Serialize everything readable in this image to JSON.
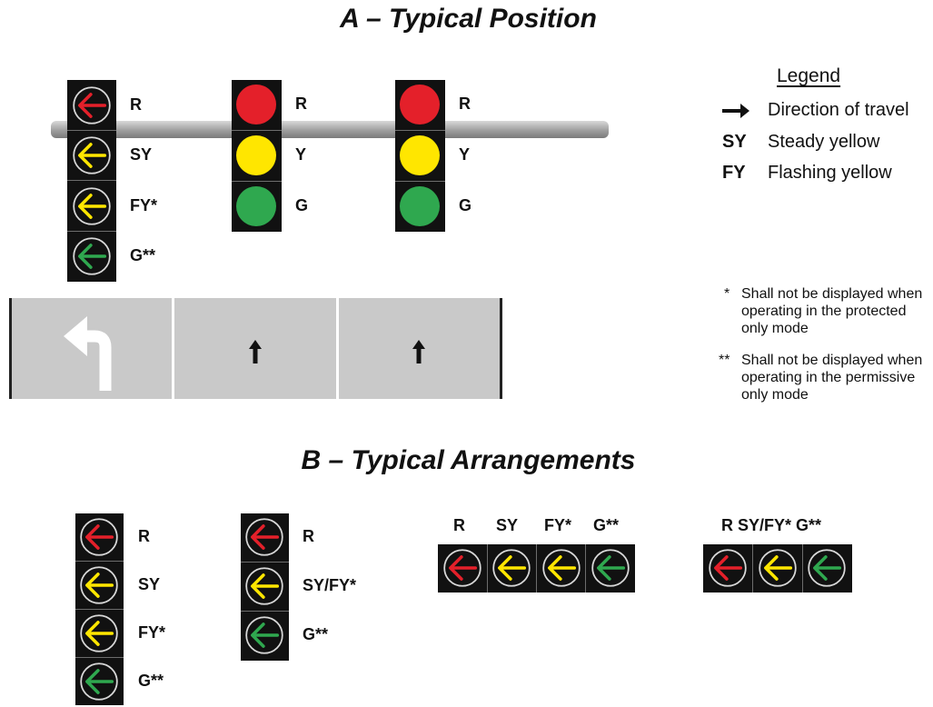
{
  "colors": {
    "red": "#e4202a",
    "yellow": "#ffe600",
    "green": "#2fa84f",
    "housing": "#111111",
    "road": "#c9c9c9",
    "lane_line": "#ffffff",
    "pole": "#a6a6a6"
  },
  "section_a": {
    "title": "A – Typical Position",
    "flya_head": {
      "signals": [
        {
          "label": "R",
          "color": "red",
          "icon": "left-arrow-icon"
        },
        {
          "label": "SY",
          "color": "yellow",
          "icon": "left-arrow-icon"
        },
        {
          "label": "FY*",
          "color": "yellow",
          "icon": "left-arrow-icon"
        },
        {
          "label": "G**",
          "color": "green",
          "icon": "left-arrow-icon"
        }
      ]
    },
    "through_heads": [
      {
        "signals": [
          {
            "label": "R",
            "color": "red"
          },
          {
            "label": "Y",
            "color": "yellow"
          },
          {
            "label": "G",
            "color": "green"
          }
        ]
      },
      {
        "signals": [
          {
            "label": "R",
            "color": "red"
          },
          {
            "label": "Y",
            "color": "yellow"
          },
          {
            "label": "G",
            "color": "green"
          }
        ]
      }
    ],
    "lanes": [
      {
        "icon": "left-turn-arrow-icon"
      },
      {
        "icon": "up-arrow-icon"
      },
      {
        "icon": "up-arrow-icon"
      }
    ]
  },
  "legend": {
    "title": "Legend",
    "items": [
      {
        "code": "",
        "icon": "right-arrow-icon",
        "text": "Direction of travel"
      },
      {
        "code": "SY",
        "text": "Steady yellow"
      },
      {
        "code": "FY",
        "text": "Flashing yellow"
      }
    ],
    "notes": [
      {
        "mark": "*",
        "text": "Shall not be displayed when operating in the protected only mode"
      },
      {
        "mark": "**",
        "text": "Shall not be displayed when operating in the permissive only mode"
      }
    ]
  },
  "section_b": {
    "title": "B – Typical Arrangements",
    "vertical_four": [
      {
        "label": "R",
        "color": "red"
      },
      {
        "label": "SY",
        "color": "yellow"
      },
      {
        "label": "FY*",
        "color": "yellow"
      },
      {
        "label": "G**",
        "color": "green"
      }
    ],
    "vertical_three": [
      {
        "label": "R",
        "color": "red"
      },
      {
        "label": "SY/FY*",
        "color": "yellow"
      },
      {
        "label": "G**",
        "color": "green"
      }
    ],
    "horizontal_four": [
      {
        "label": "R",
        "color": "red"
      },
      {
        "label": "SY",
        "color": "yellow"
      },
      {
        "label": "FY*",
        "color": "yellow"
      },
      {
        "label": "G**",
        "color": "green"
      }
    ],
    "horizontal_three": {
      "label": "R  SY/FY* G**",
      "signals": [
        {
          "color": "red"
        },
        {
          "color": "yellow"
        },
        {
          "color": "green"
        }
      ]
    }
  }
}
